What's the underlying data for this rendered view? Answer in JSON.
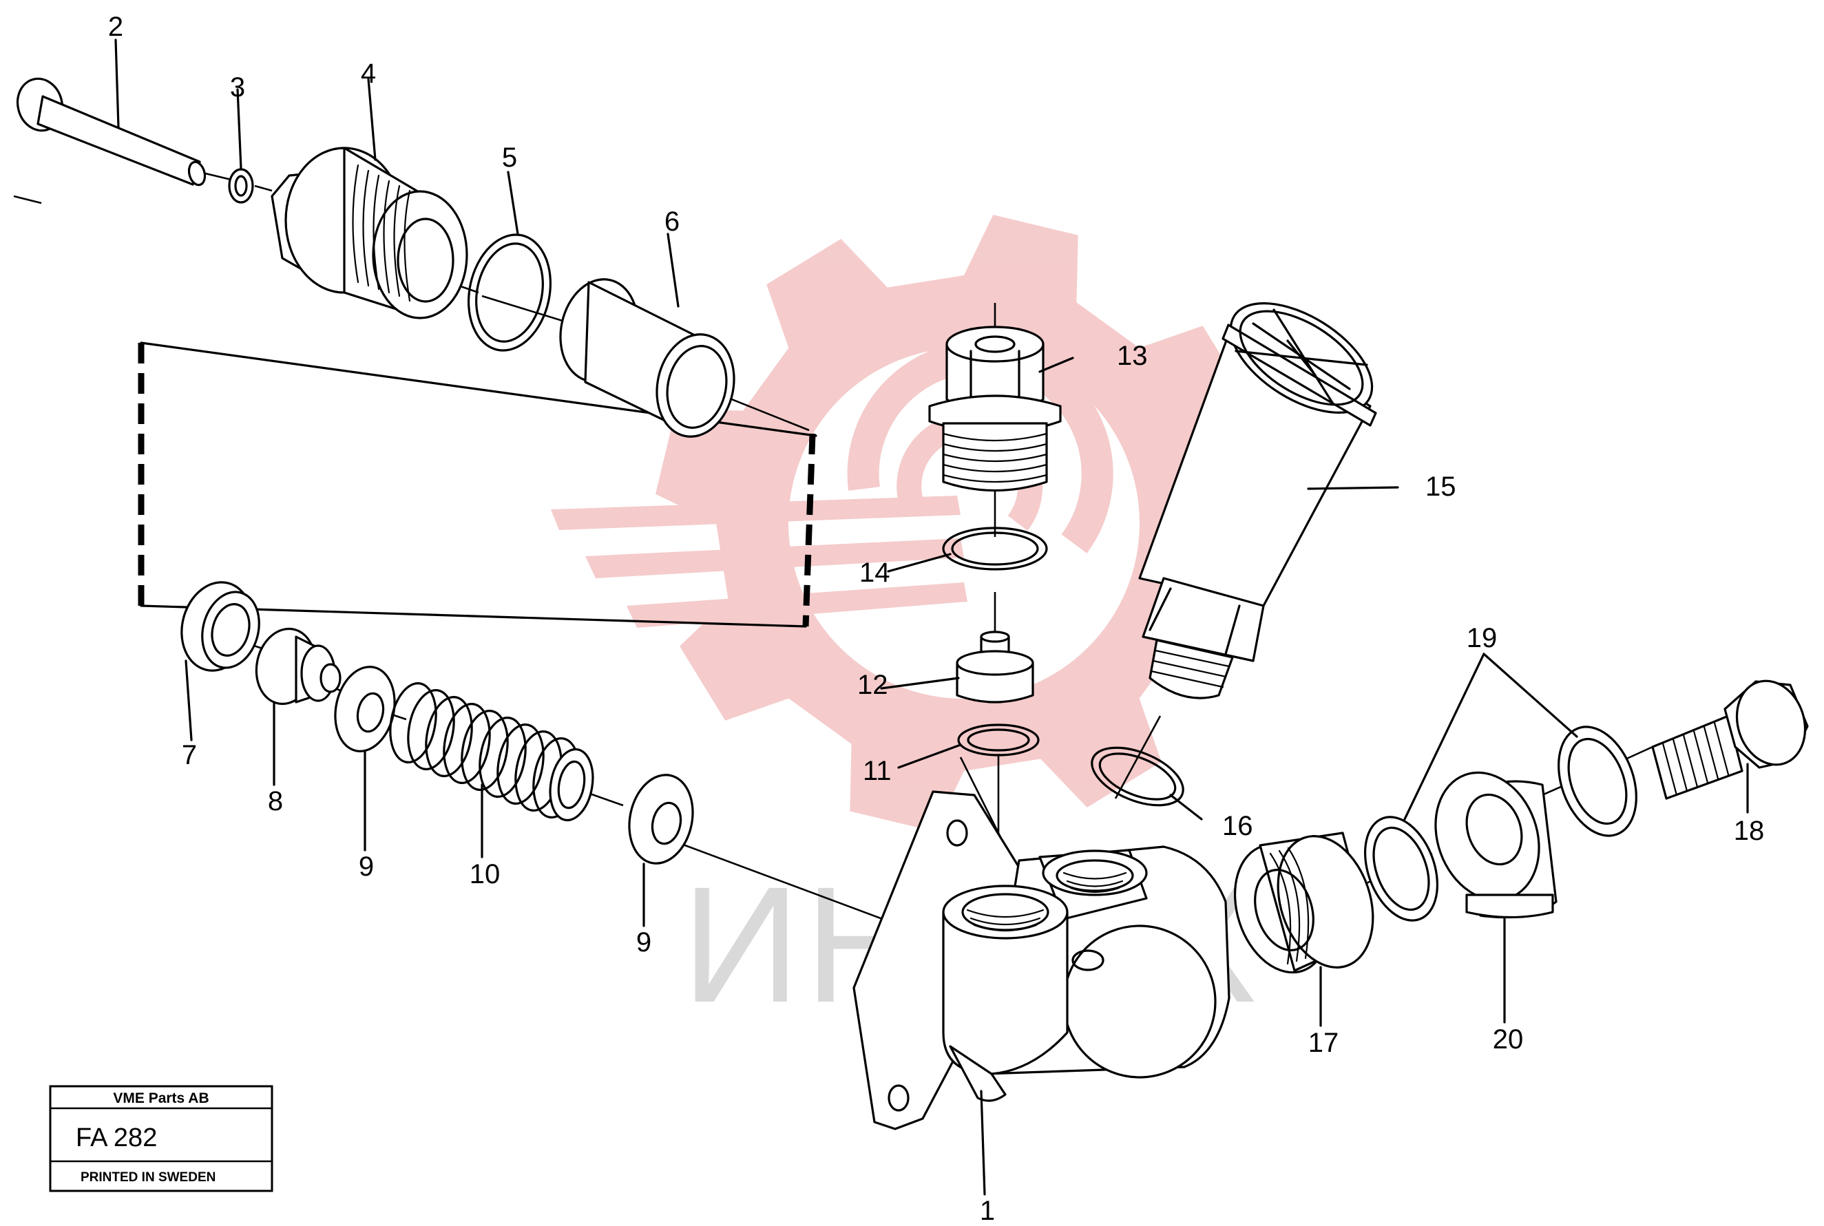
{
  "watermark": {
    "text": "ИНТЕХ",
    "gear_color": "#f4c6c6",
    "text_color": "#d9d9d9"
  },
  "callouts": [
    "1",
    "2",
    "3",
    "4",
    "5",
    "6",
    "7",
    "8",
    "9",
    "9",
    "10",
    "11",
    "12",
    "13",
    "14",
    "15",
    "16",
    "17",
    "18",
    "19",
    "20"
  ],
  "title_block": {
    "company": "VME Parts AB",
    "code": "FA 282",
    "printed": "PRINTED IN SWEDEN"
  }
}
